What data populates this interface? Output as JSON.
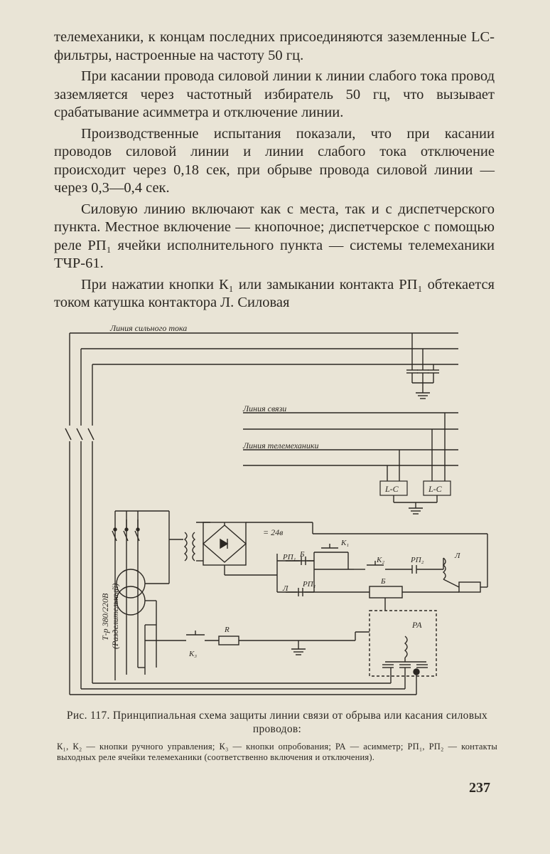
{
  "body": {
    "p1": "телемеханики, к концам последних присоединяются заземленные LC-фильтры, настроенные на частоту 50 гц.",
    "p2": "При касании провода силовой линии к линии слабого тока провод заземляется через частотный избиратель 50 гц, что вызывает срабатывание асимметра и отключение линии.",
    "p3": "Производственные испытания показали, что при касании проводов силовой линии и линии слабого тока отключение происходит через 0,18 сек, при обрыве провода силовой линии — через 0,3—0,4 сек.",
    "p4": "Силовую линию включают как с места, так и с диспетчерского пункта. Местное включение — кнопочное; диспетчерское с помощью реле РП₁ ячейки исполнительного пункта — системы телемеханики ТЧР-61.",
    "p5": "При нажатии кнопки К₁ или замыкании контакта РП₁ обтекается током катушка контактора Л. Силовая"
  },
  "figure": {
    "labels": {
      "power_line": "Линия сильного тока",
      "comm_line": "Линия связи",
      "telemech_line": "Линия телемеханики",
      "lc1": "L-C",
      "lc2": "L-C",
      "voltage": "= 24в",
      "k1": "К₁",
      "k2": "К₂",
      "k3": "К₃",
      "rp1a": "РП₁",
      "rp1b": "РП₁",
      "rp2": "РП₂",
      "b1": "Б",
      "b2": "Б",
      "l1": "Л",
      "l2": "Л",
      "r": "R",
      "ra": "РА",
      "transformer1": "Т-р 380/220В",
      "transformer2": "(Разделительный)"
    }
  },
  "caption": "Рис. 117. Принципиальная схема защиты линии связи от обрыва или касания силовых проводов:",
  "legend": "К₁, К₂ — кнопки ручного управления; К₃ — кнопки опробования; РА — асимметр; РП₁, РП₂ — контакты выходных реле ячейки телемеханики (соответственно включения и отключения).",
  "page_number": "237"
}
